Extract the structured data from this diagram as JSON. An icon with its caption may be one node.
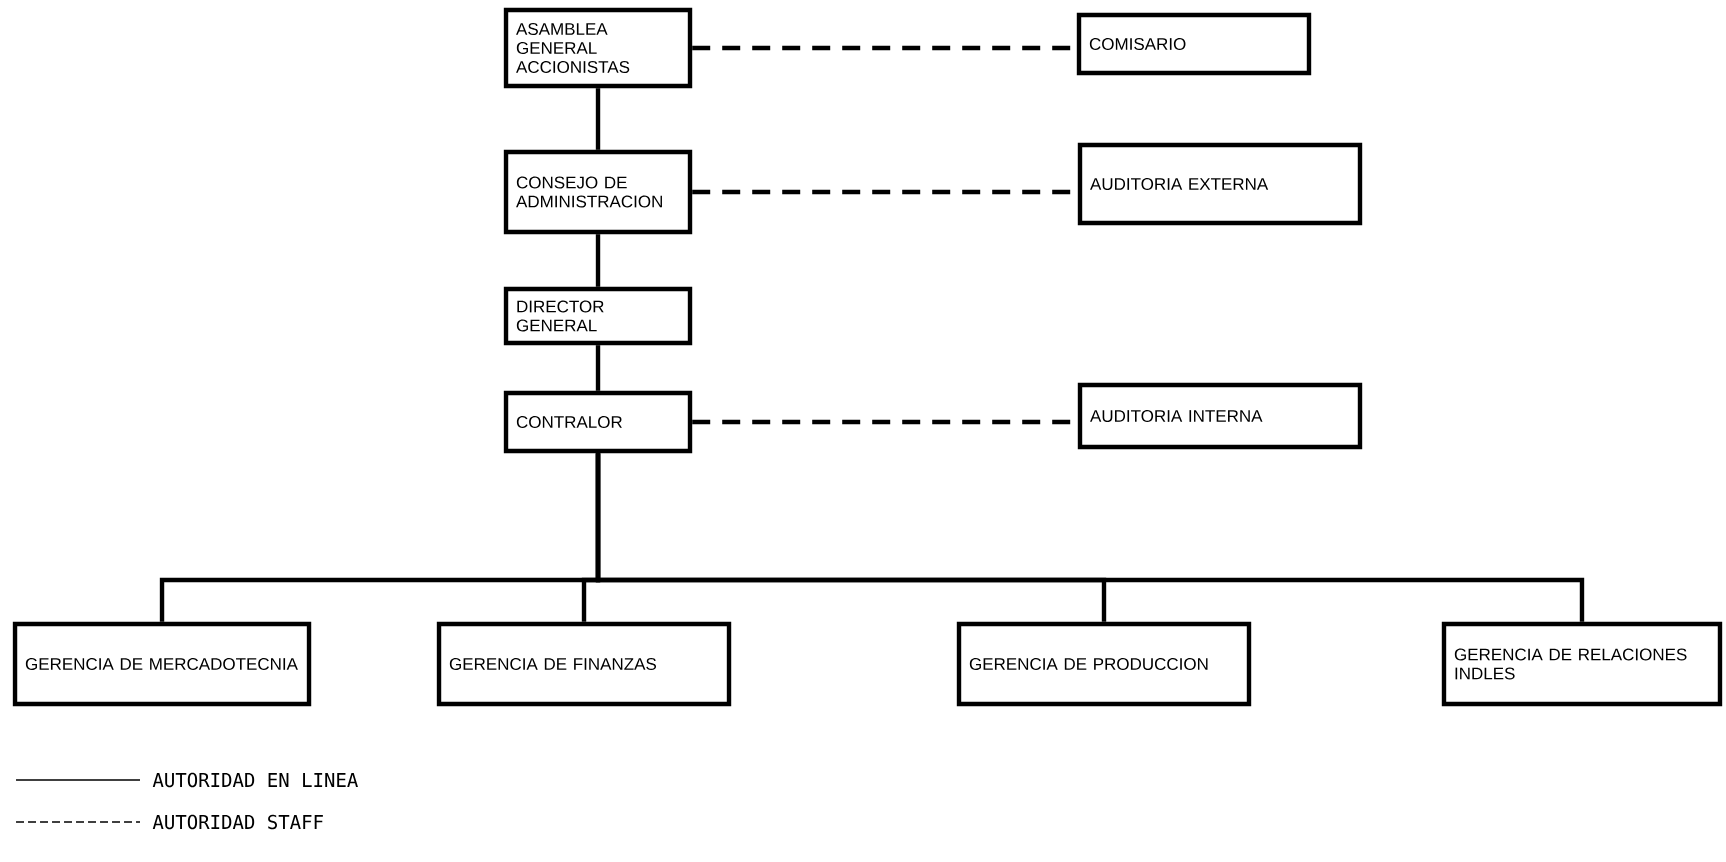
{
  "diagram": {
    "nodes": [
      {
        "text": [
          "ASAMBLEA GENERAL ACCIONISTAS"
        ]
      },
      {
        "text": [
          "COMISARIO"
        ]
      },
      {
        "text": [
          "CONSEJO DE ADMINISTRACION"
        ]
      },
      {
        "text": [
          "AUDITORIA EXTERNA"
        ]
      },
      {
        "text": [
          "DIRECTOR GENERAL"
        ]
      },
      {
        "text": [
          "CONTRALOR"
        ]
      },
      {
        "text": [
          "AUDITORIA INTERNA"
        ]
      },
      {
        "text": [
          "GERENCIA DE MERCADOTECNIA"
        ]
      },
      {
        "text": [
          "GERENCIA DE FINANZAS"
        ]
      },
      {
        "text": [
          "GERENCIA DE PRODUCCION"
        ]
      },
      {
        "text": [
          "GERENCIA DE RELACIONES INDLES"
        ]
      }
    ],
    "edges": [
      {
        "from": 0,
        "to": 1,
        "arrow": "none",
        "style": "dashed"
      },
      {
        "from": 0,
        "to": 2,
        "arrow": "none"
      },
      {
        "from": 2,
        "to": 3,
        "arrow": "none",
        "style": "dashed"
      },
      {
        "from": 2,
        "to": 4,
        "arrow": "none"
      },
      {
        "from": 4,
        "to": 5,
        "arrow": "none"
      },
      {
        "from": 5,
        "to": 6,
        "arrow": "none",
        "style": "dashed"
      },
      {
        "from": 5,
        "to": 7,
        "arrow": "none"
      },
      {
        "from": 5,
        "to": 8,
        "arrow": "none"
      },
      {
        "from": 5,
        "to": 9,
        "arrow": "none"
      },
      {
        "from": 5,
        "to": 10,
        "arrow": "none"
      }
    ],
    "legend": [
      {
        "text": "AUTORIDAD  EN LINEA"
      },
      {
        "text": "AUTORIDAD  STAFF"
      }
    ]
  }
}
